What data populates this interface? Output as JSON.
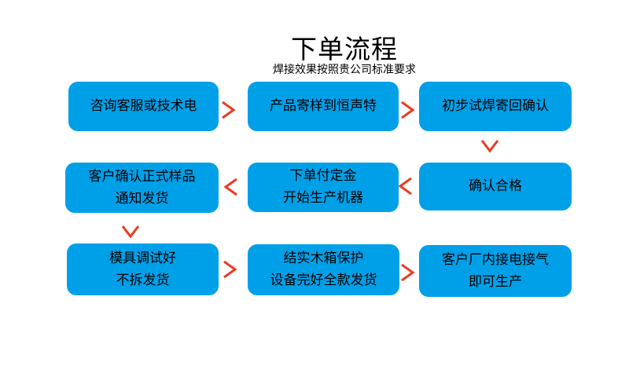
{
  "page": {
    "title": "下单流程",
    "subtitle": "焊接效果按照贵公司标准要求"
  },
  "colors": {
    "box": "#00A0E9",
    "arrow": "#EB3B23",
    "text": "#000000"
  },
  "flow": {
    "steps": [
      {
        "id": 1,
        "lines": [
          "咨询客服或技术电"
        ]
      },
      {
        "id": 2,
        "lines": [
          "产品寄样到恒声特"
        ]
      },
      {
        "id": 3,
        "lines": [
          "初步试焊寄回确认"
        ]
      },
      {
        "id": 4,
        "lines": [
          "确认合格"
        ]
      },
      {
        "id": 5,
        "lines": [
          "下单付定金",
          "开始生产机器"
        ]
      },
      {
        "id": 6,
        "lines": [
          "客户确认正式样品",
          "通知发货"
        ]
      },
      {
        "id": 7,
        "lines": [
          "模具调试好",
          "不拆发货"
        ]
      },
      {
        "id": 8,
        "lines": [
          "结实木箱保护",
          "设备完好全款发货"
        ]
      },
      {
        "id": 9,
        "lines": [
          "客户厂内接电接气",
          "即可生产"
        ]
      }
    ],
    "connections": [
      {
        "from": 1,
        "to": 2,
        "direction": "right"
      },
      {
        "from": 2,
        "to": 3,
        "direction": "right"
      },
      {
        "from": 3,
        "to": 4,
        "direction": "down"
      },
      {
        "from": 4,
        "to": 5,
        "direction": "left"
      },
      {
        "from": 5,
        "to": 6,
        "direction": "left"
      },
      {
        "from": 6,
        "to": 7,
        "direction": "down"
      },
      {
        "from": 7,
        "to": 8,
        "direction": "right"
      },
      {
        "from": 8,
        "to": 9,
        "direction": "right"
      }
    ]
  }
}
